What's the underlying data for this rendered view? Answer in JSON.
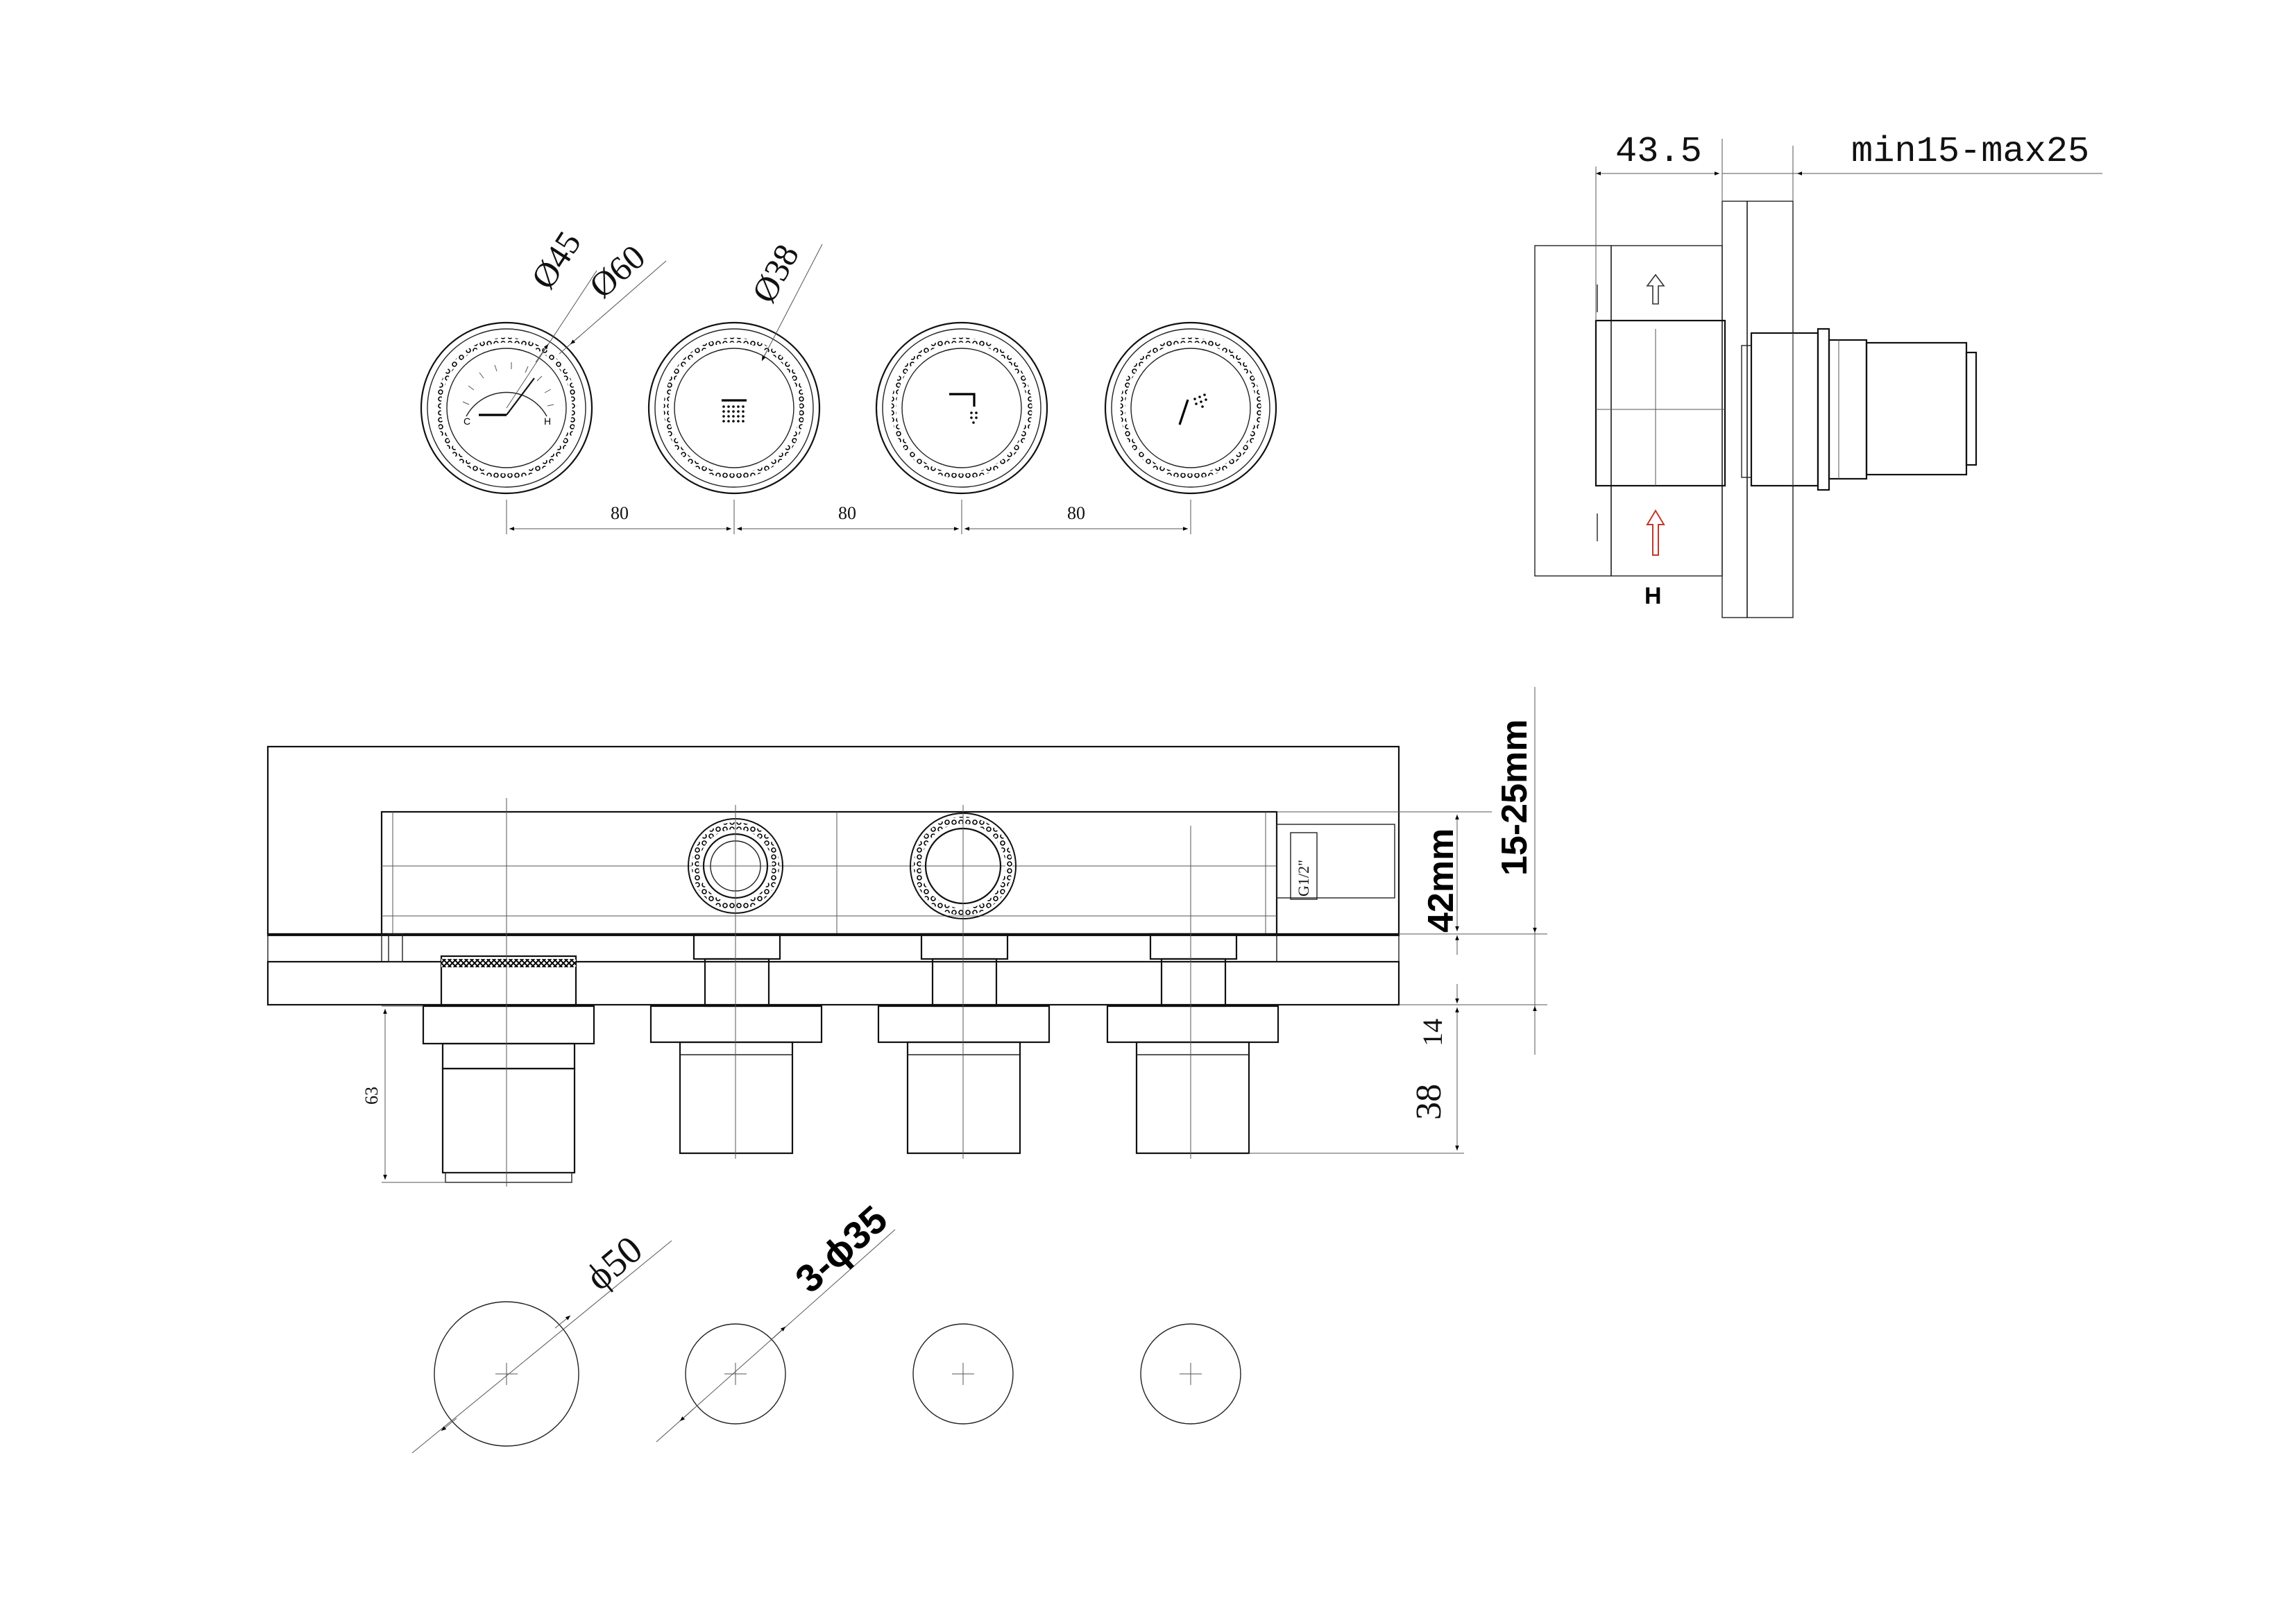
{
  "front_view": {
    "dim_small": "Ø45",
    "dim_large": "Ø60",
    "dim_button": "Ø38",
    "gauge_cold": "C",
    "gauge_hot": "H",
    "spacing": [
      "80",
      "80",
      "80"
    ]
  },
  "side_view": {
    "dim_depth": "43.5",
    "dim_wall": "min15-max25",
    "hot_label": "H"
  },
  "section_view": {
    "dim_total": "15-25mm",
    "dim_body": "42mm",
    "dim_knob_gap": "14",
    "dim_knob_len": "38",
    "dim_long_knob": "63",
    "thread": "G1/2\""
  },
  "cutouts": {
    "dim_large_hole": "ϕ50",
    "dim_small_holes": "3-ϕ35"
  },
  "icons": [
    "thermostat-gauge-icon",
    "rain-shower-icon",
    "tub-spout-icon",
    "hand-shower-icon"
  ]
}
